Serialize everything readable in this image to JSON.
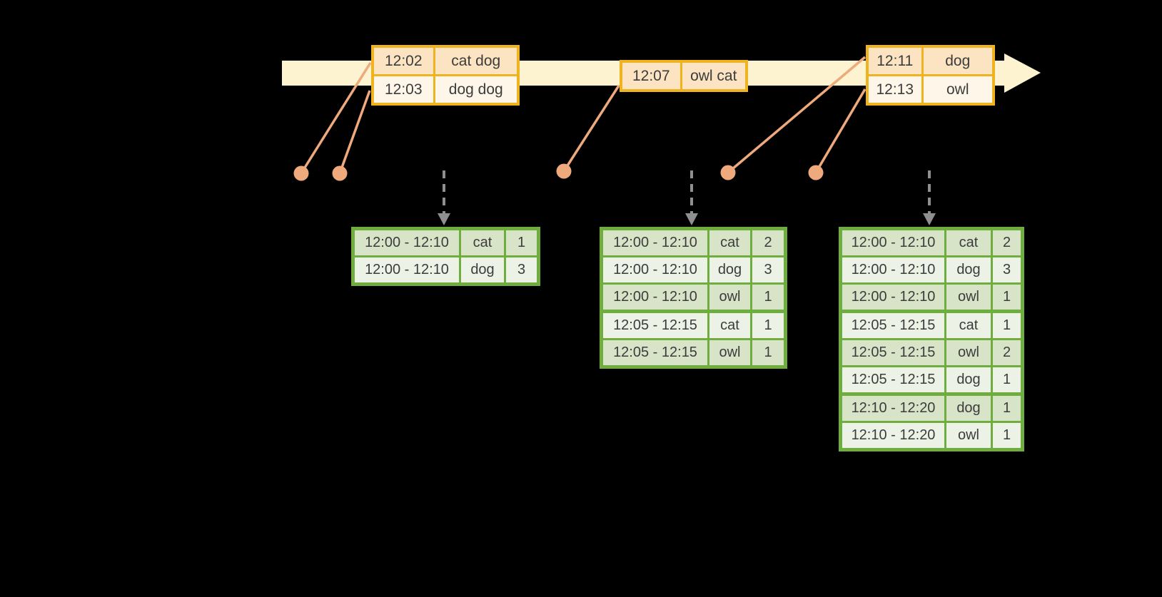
{
  "diagram": {
    "colors": {
      "bg": "#000000",
      "timeline": "#fdf3d0",
      "event_border": "#f0b320",
      "peach": "#fce3c2",
      "cream": "#fdf6e9",
      "connector": "#eea97c",
      "dashed": "#8f8f8f",
      "green": "#70ad3f",
      "green_dark": "#d8e4c8",
      "green_light": "#edf2e6",
      "text": "#3c3c3c"
    },
    "event_tables": [
      {
        "rows": [
          {
            "time": "12:02",
            "words": "cat dog"
          },
          {
            "time": "12:03",
            "words": "dog dog"
          }
        ]
      },
      {
        "rows": [
          {
            "time": "12:07",
            "words": "owl cat"
          }
        ]
      },
      {
        "rows": [
          {
            "time": "12:11",
            "words": "dog"
          },
          {
            "time": "12:13",
            "words": "owl"
          }
        ]
      }
    ],
    "result_tables": [
      {
        "rows": [
          {
            "window": "12:00 - 12:10",
            "word": "cat",
            "count": "1"
          },
          {
            "window": "12:00 - 12:10",
            "word": "dog",
            "count": "3"
          }
        ],
        "group_breaks": []
      },
      {
        "rows": [
          {
            "window": "12:00 - 12:10",
            "word": "cat",
            "count": "2"
          },
          {
            "window": "12:00 - 12:10",
            "word": "dog",
            "count": "3"
          },
          {
            "window": "12:00 - 12:10",
            "word": "owl",
            "count": "1"
          },
          {
            "window": "12:05 - 12:15",
            "word": "cat",
            "count": "1"
          },
          {
            "window": "12:05 - 12:15",
            "word": "owl",
            "count": "1"
          }
        ],
        "group_breaks": [
          3
        ]
      },
      {
        "rows": [
          {
            "window": "12:00 - 12:10",
            "word": "cat",
            "count": "2"
          },
          {
            "window": "12:00 - 12:10",
            "word": "dog",
            "count": "3"
          },
          {
            "window": "12:00 - 12:10",
            "word": "owl",
            "count": "1"
          },
          {
            "window": "12:05 - 12:15",
            "word": "cat",
            "count": "1"
          },
          {
            "window": "12:05 - 12:15",
            "word": "owl",
            "count": "2"
          },
          {
            "window": "12:05 - 12:15",
            "word": "dog",
            "count": "1"
          },
          {
            "window": "12:10 - 12:20",
            "word": "dog",
            "count": "1"
          },
          {
            "window": "12:10 - 12:20",
            "word": "owl",
            "count": "1"
          }
        ],
        "group_breaks": [
          3,
          6
        ]
      }
    ]
  }
}
